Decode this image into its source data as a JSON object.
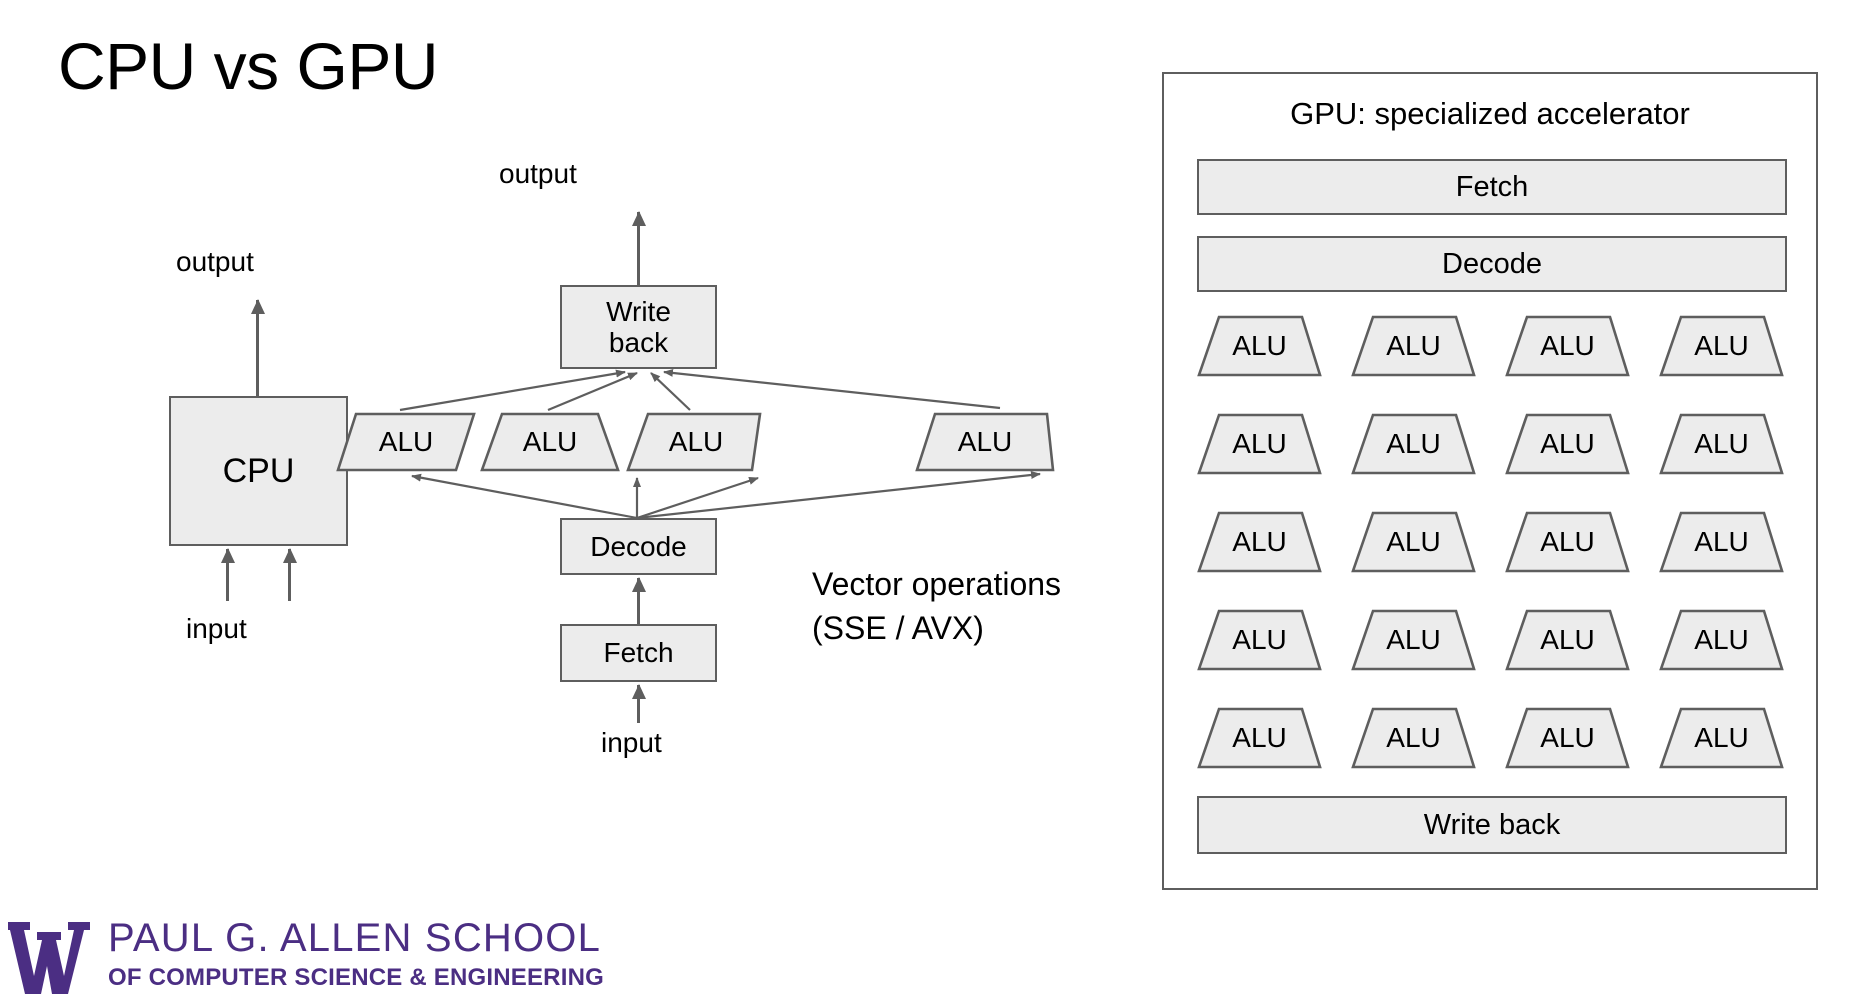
{
  "slide": {
    "title": "CPU vs GPU",
    "background": "#ffffff",
    "box_fill": "#ececec",
    "box_stroke": "#5e5e5e",
    "brand_purple": "#4b2e83"
  },
  "cpu_diagram": {
    "output_label": "output",
    "cpu_label": "CPU",
    "input_label": "input"
  },
  "pipeline_diagram": {
    "output_label": "output",
    "writeback_label": "Write back",
    "writeback_line1": "Write",
    "writeback_line2": "back",
    "alus": [
      "ALU",
      "ALU",
      "ALU",
      "ALU"
    ],
    "decode_label": "Decode",
    "fetch_label": "Fetch",
    "input_label": "input",
    "note_line1": "Vector operations",
    "note_line2": "(SSE / AVX)"
  },
  "gpu_panel": {
    "title": "GPU: specialized accelerator",
    "fetch_label": "Fetch",
    "decode_label": "Decode",
    "writeback_label": "Write back",
    "alu_label": "ALU",
    "alu_rows": 5,
    "alu_cols": 4,
    "alu_grid": [
      [
        "ALU",
        "ALU",
        "ALU",
        "ALU"
      ],
      [
        "ALU",
        "ALU",
        "ALU",
        "ALU"
      ],
      [
        "ALU",
        "ALU",
        "ALU",
        "ALU"
      ],
      [
        "ALU",
        "ALU",
        "ALU",
        "ALU"
      ],
      [
        "ALU",
        "ALU",
        "ALU",
        "ALU"
      ]
    ]
  },
  "logo": {
    "line1": "PAUL G. ALLEN SCHOOL",
    "line2": "OF COMPUTER SCIENCE & ENGINEERING"
  }
}
